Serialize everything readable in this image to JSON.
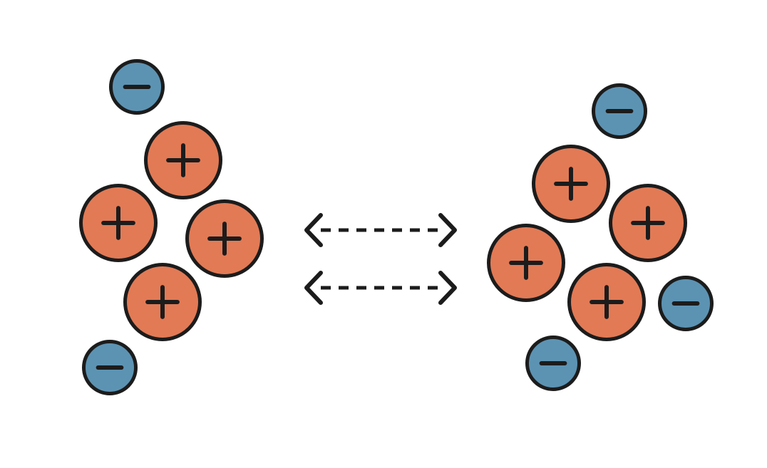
{
  "colors": {
    "positive_fill": "#E27A55",
    "negative_fill": "#5C93B3",
    "outline": "#1c1c1c",
    "arrow": "#1c1c1c",
    "background": "#ffffff"
  },
  "groups": [
    {
      "name": "left-cluster",
      "particles": [
        {
          "charge": "negative"
        },
        {
          "charge": "positive"
        },
        {
          "charge": "positive"
        },
        {
          "charge": "positive"
        },
        {
          "charge": "positive"
        },
        {
          "charge": "negative"
        }
      ]
    },
    {
      "name": "right-cluster",
      "particles": [
        {
          "charge": "negative"
        },
        {
          "charge": "positive"
        },
        {
          "charge": "positive"
        },
        {
          "charge": "positive"
        },
        {
          "charge": "positive"
        },
        {
          "charge": "negative"
        },
        {
          "charge": "negative"
        }
      ]
    }
  ],
  "arrows": [
    {
      "direction": "bidirectional",
      "style": "dashed"
    },
    {
      "direction": "bidirectional",
      "style": "dashed"
    }
  ]
}
